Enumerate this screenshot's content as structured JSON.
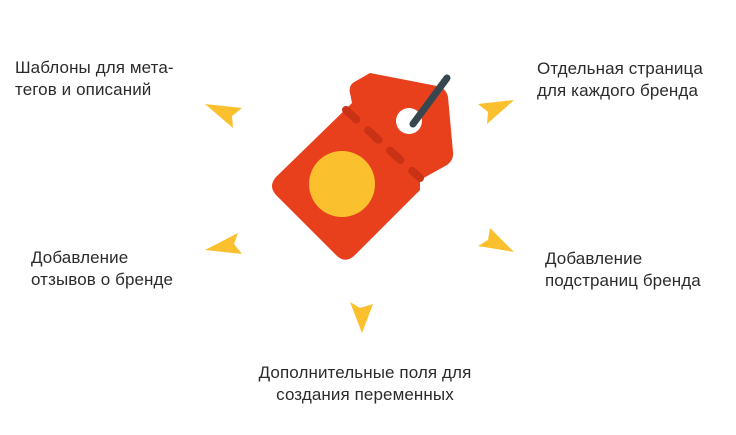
{
  "labels": {
    "top_left": [
      "Шаблоны для мета-",
      "тегов и описаний"
    ],
    "top_right": [
      "Отдельная страница",
      "для каждого бренда"
    ],
    "mid_left": [
      "Добавление",
      "отзывов о бренде"
    ],
    "mid_right": [
      "Добавление",
      "подстраниц бренда"
    ],
    "bottom": [
      "Дополнительные поля для",
      "создания переменных"
    ]
  },
  "colors": {
    "tag_red": "#E8401C",
    "tag_shadow": "#C93214",
    "circle_yellow": "#FBC02D",
    "arrow_yellow": "#FBC02D",
    "string_dark": "#37474F"
  },
  "icons": {
    "center": "price-tag-icon",
    "arrows": "arrowhead-icon"
  }
}
